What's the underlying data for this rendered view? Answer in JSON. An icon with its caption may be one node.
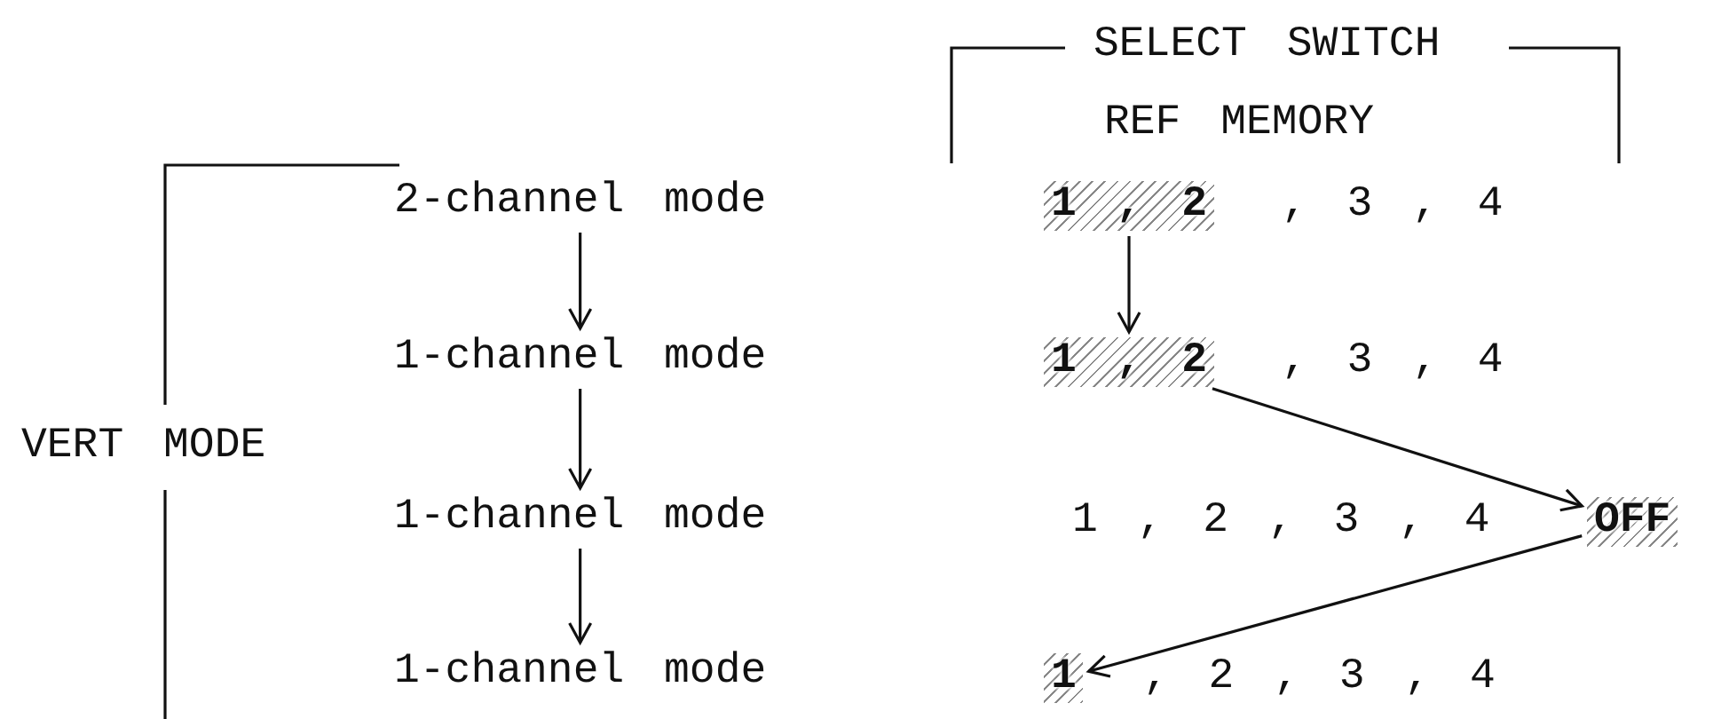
{
  "diagram": {
    "nodes": [
      {
        "text": [
          "2-channel mode"
        ]
      },
      {
        "text": [
          "1-channel mode"
        ]
      },
      {
        "text": [
          "1-channel mode"
        ]
      },
      {
        "text": [
          "1-channel mode"
        ]
      },
      {
        "text": [
          "1 , 2"
        ]
      },
      {
        "text": [
          "1 , 2"
        ]
      },
      {
        "text": [
          "OFF"
        ]
      },
      {
        "text": [
          "1"
        ]
      }
    ],
    "edges": [
      {
        "from": 0,
        "to": 1,
        "arrow": "to"
      },
      {
        "from": 1,
        "to": 2,
        "arrow": "to"
      },
      {
        "from": 2,
        "to": 3,
        "arrow": "to"
      },
      {
        "from": 4,
        "to": 5,
        "arrow": "to"
      },
      {
        "from": 5,
        "to": 6,
        "arrow": "to"
      },
      {
        "from": 6,
        "to": 7,
        "arrow": "to"
      }
    ],
    "labels": [
      "SELECT SWITCH",
      "REF MEMORY",
      "VERT MODE",
      ", 3 , 4",
      ", 3 , 4",
      "1 , 2 , 3 , 4",
      ", 2 , 3 , 4"
    ]
  }
}
